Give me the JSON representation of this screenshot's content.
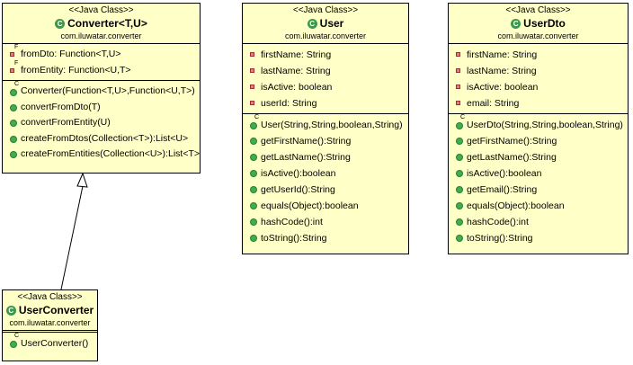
{
  "classes": {
    "converter": {
      "stereotype": "<<Java Class>>",
      "name": "Converter<T,U>",
      "package": "com.iluwatar.converter",
      "fields": [
        "fromDto: Function<T,U>",
        "fromEntity: Function<U,T>"
      ],
      "methods": [
        "Converter(Function<T,U>,Function<U,T>)",
        "convertFromDto(T)",
        "convertFromEntity(U)",
        "createFromDtos(Collection<T>):List<U>",
        "createFromEntities(Collection<U>):List<T>"
      ]
    },
    "user": {
      "stereotype": "<<Java Class>>",
      "name": "User",
      "package": "com.iluwatar.converter",
      "fields": [
        "firstName: String",
        "lastName: String",
        "isActive: boolean",
        "userId: String"
      ],
      "methods": [
        "User(String,String,boolean,String)",
        "getFirstName():String",
        "getLastName():String",
        "isActive():boolean",
        "getUserId():String",
        "equals(Object):boolean",
        "hashCode():int",
        "toString():String"
      ]
    },
    "userDto": {
      "stereotype": "<<Java Class>>",
      "name": "UserDto",
      "package": "com.iluwatar.converter",
      "fields": [
        "firstName: String",
        "lastName: String",
        "isActive: boolean",
        "email: String"
      ],
      "methods": [
        "UserDto(String,String,boolean,String)",
        "getFirstName():String",
        "getLastName():String",
        "isActive():boolean",
        "getEmail():String",
        "equals(Object):boolean",
        "hashCode():int",
        "toString():String"
      ]
    },
    "userConverter": {
      "stereotype": "<<Java Class>>",
      "name": "UserConverter",
      "package": "com.iluwatar.converter",
      "methods": [
        "UserConverter()"
      ]
    }
  },
  "icons": {
    "class": "class-icon",
    "field": "private-field-icon",
    "method": "public-method-icon",
    "constructor": "constructor-icon"
  },
  "colors": {
    "class_fill": "#ffffc8",
    "class_icon": "#3a9a4a",
    "field_icon": "#d98080",
    "method_icon": "#3fae4e"
  }
}
